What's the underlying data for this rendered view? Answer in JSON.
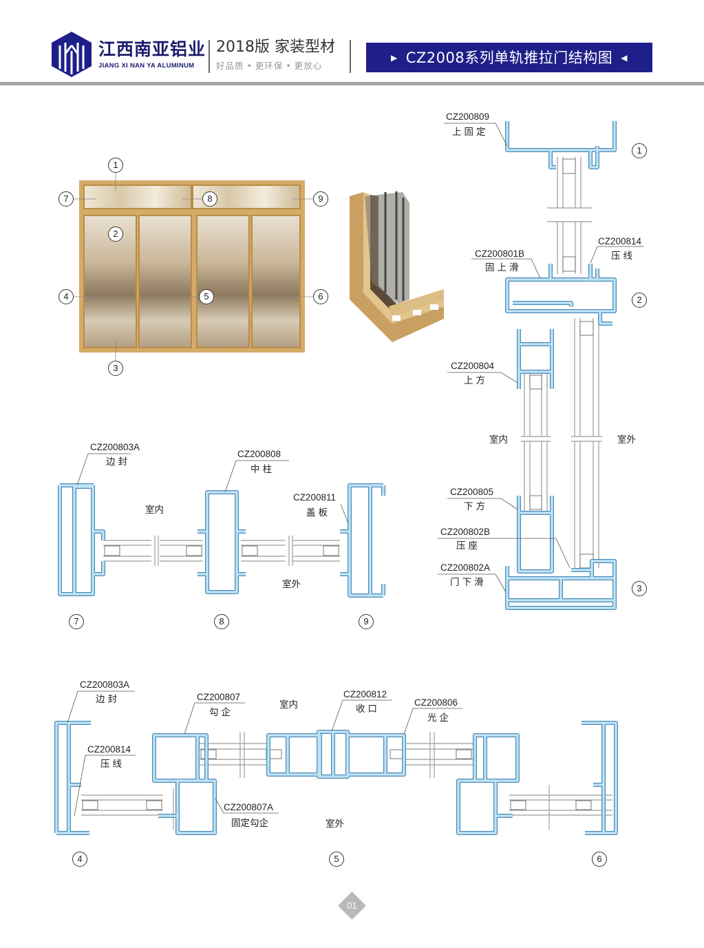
{
  "header": {
    "brand_cn": "江西南亚铝业",
    "brand_en": "JIANG XI NAN YA ALUMINUM",
    "edition": "2018版  家装型材",
    "slogan": [
      "好品质",
      "更环保",
      "更放心"
    ],
    "slogan_sep": "•",
    "title": "CZ2008系列单轨推拉门结构图",
    "title_left_marker": "▶",
    "title_right_marker": "◀",
    "banner_color": "#1f1f8a"
  },
  "photo_callouts": [
    "1",
    "7",
    "8",
    "9",
    "2",
    "4",
    "5",
    "6",
    "3"
  ],
  "vertical_section": {
    "callouts": [
      "1",
      "2",
      "3"
    ],
    "indoor": "室内",
    "outdoor": "室外",
    "parts": [
      {
        "code": "CZ200809",
        "name": "上固定"
      },
      {
        "code": "CZ200801B",
        "name": "固上滑"
      },
      {
        "code": "CZ200814",
        "name": "压线"
      },
      {
        "code": "CZ200804",
        "name": "上方"
      },
      {
        "code": "CZ200805",
        "name": "下方"
      },
      {
        "code": "CZ200802B",
        "name": "压座"
      },
      {
        "code": "CZ200802A",
        "name": "门下滑"
      }
    ]
  },
  "middle_section": {
    "callouts": [
      "7",
      "8",
      "9"
    ],
    "indoor": "室内",
    "outdoor": "室外",
    "parts": [
      {
        "code": "CZ200803A",
        "name": "边封"
      },
      {
        "code": "CZ200808",
        "name": "中柱"
      },
      {
        "code": "CZ200811",
        "name": "盖板"
      }
    ]
  },
  "bottom_section": {
    "callouts": [
      "4",
      "5",
      "6"
    ],
    "indoor": "室内",
    "outdoor": "室外",
    "parts": [
      {
        "code": "CZ200803A",
        "name": "边封"
      },
      {
        "code": "CZ200807",
        "name": "勾企"
      },
      {
        "code": "CZ200812",
        "name": "收口"
      },
      {
        "code": "CZ200806",
        "name": "光企"
      },
      {
        "code": "CZ200814",
        "name": "压线"
      },
      {
        "code": "CZ200807A",
        "name": "固定勾企"
      }
    ]
  },
  "page_number": "01",
  "colors": {
    "profile_fill": "#bfe3f5",
    "profile_stroke": "#4a8ab8",
    "frame_gold": "#d4ab67"
  }
}
